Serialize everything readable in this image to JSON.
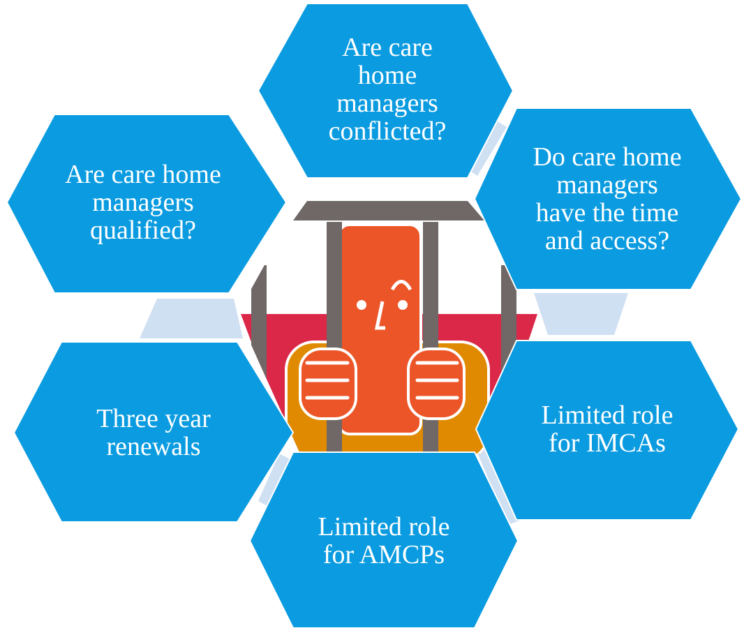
{
  "colors": {
    "hexagon": "#0a9be0",
    "connector": "#cfe0f3",
    "bars": "#6f6867",
    "red_band": "#db2748",
    "face": "#ec5528",
    "shirt": "#df8a00",
    "outline": "#ffffff"
  },
  "hexagons": [
    {
      "id": "top",
      "label": "Are care\nhome\nmanagers\nconflicted?"
    },
    {
      "id": "upper-left",
      "label": "Are care home\nmanagers\nqualified?"
    },
    {
      "id": "upper-right",
      "label": "Do care home\nmanagers\nhave the time\nand access?"
    },
    {
      "id": "lower-left",
      "label": "Three year\nrenewals"
    },
    {
      "id": "lower-right",
      "label": "Limited role\nfor IMCAs"
    },
    {
      "id": "bottom",
      "label": "Limited role\nfor AMCPs"
    }
  ],
  "center_image": {
    "icon": "person-behind-bars-icon"
  }
}
